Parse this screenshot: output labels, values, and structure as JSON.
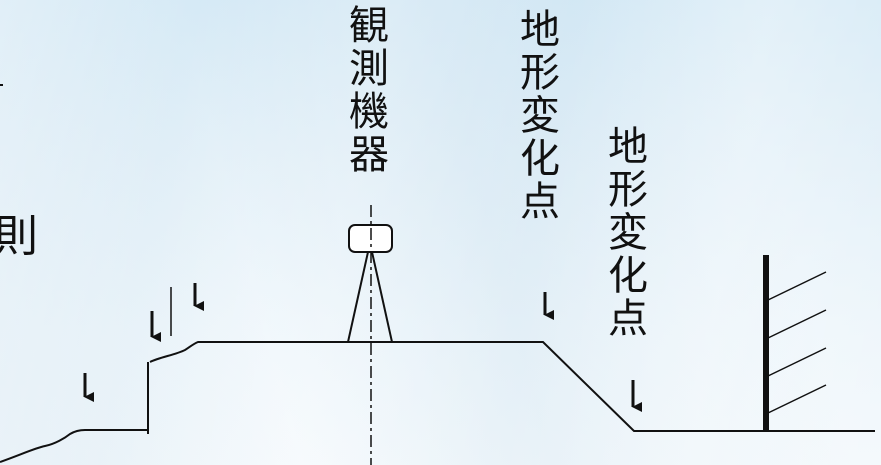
{
  "labels": {
    "instrument": "観測機器",
    "terrain_change_1": "地形変化点",
    "terrain_change_2": "地形変化点",
    "edge_char": "則"
  },
  "colors": {
    "line": "#111111"
  }
}
